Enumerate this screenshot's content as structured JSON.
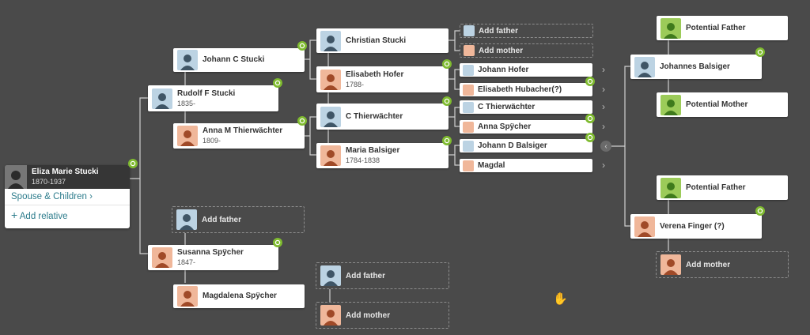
{
  "root": {
    "name": "Eliza Marie Stucki",
    "dates": "1870-1937",
    "spouse_link": "Spouse & Children",
    "add_relative": "Add relative"
  },
  "people": {
    "johann_c_stucki": {
      "name": "Johann C Stucki",
      "dates": ""
    },
    "rudolf_f_stucki": {
      "name": "Rudolf F Stucki",
      "dates": "1835-"
    },
    "anna_m_thierwachter": {
      "name": "Anna M Thierwächter",
      "dates": "1809-"
    },
    "susanna_spycher": {
      "name": "Susanna Spÿcher",
      "dates": "1847-"
    },
    "magdalena_spycher": {
      "name": "Magdalena Spÿcher",
      "dates": ""
    },
    "christian_stucki": {
      "name": "Christian Stucki",
      "dates": ""
    },
    "elisabeth_hofer": {
      "name": "Elisabeth Hofer",
      "dates": "1788-"
    },
    "c_thierwachter": {
      "name": "C Thierwächter",
      "dates": ""
    },
    "maria_balsiger": {
      "name": "Maria Balsiger",
      "dates": "1784-1838"
    },
    "johann_hofer": {
      "name": "Johann Hofer",
      "dates": ""
    },
    "elisabeth_hubacher": {
      "name": "Elisabeth Hubacher(?)",
      "dates": ""
    },
    "c_thierwachter_2": {
      "name": "C Thierwächter",
      "dates": ""
    },
    "anna_spycher": {
      "name": "Anna Spÿcher",
      "dates": ""
    },
    "johann_d_balsiger": {
      "name": "Johann D Balsiger",
      "dates": ""
    },
    "magdal": {
      "name": "Magdal",
      "dates": ""
    },
    "johannes_balsiger": {
      "name": "Johannes Balsiger",
      "dates": ""
    },
    "verena_finger": {
      "name": "Verena Finger (?)",
      "dates": ""
    }
  },
  "labels": {
    "add_father": "Add father",
    "add_mother": "Add mother",
    "potential_father": "Potential Father",
    "potential_mother": "Potential Mother"
  },
  "colors": {
    "background": "#4a4a4a",
    "male": "#bcd3e3",
    "female": "#f0b79a",
    "potential": "#9ccb59",
    "badge": "#7fbb2f",
    "link": "#2d7c8c"
  }
}
